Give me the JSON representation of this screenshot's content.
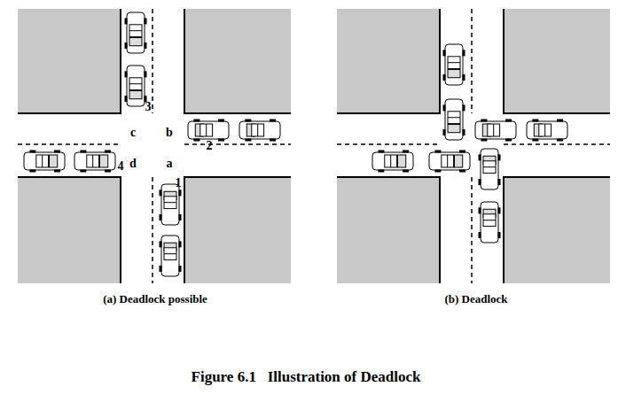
{
  "diagram": {
    "caption": "Figure 6.1   Illustration of Deadlock",
    "labels": [
      "3",
      "c",
      "b",
      "2",
      "4",
      "d",
      "a",
      "1",
      "(a) Deadlock possible",
      "(b) Deadlock"
    ]
  }
}
